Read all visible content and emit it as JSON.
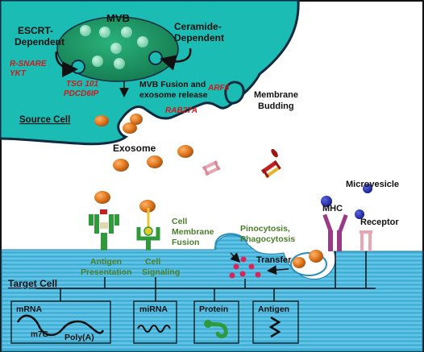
{
  "labels": {
    "mvb": "MVB",
    "escrt_line1": "ESCRT-",
    "escrt_line2": "Dependent",
    "ceramide_line1": "Ceramide-",
    "ceramide_line2": "Dependent",
    "rsnare_line1": "R-SNARE",
    "rsnare_line2": "YKT",
    "tsg_line1": "TSG 101",
    "tsg_line2": "PDCD6IP",
    "fusion_line1": "MVB Fusion and",
    "fusion_line2": "exosome release",
    "arf6": "ARF6",
    "rab27a": "RAB27A",
    "budding_line1": "Membrane",
    "budding_line2": "Budding",
    "source_cell": "Source Cell",
    "exosome": "Exosome",
    "microvesicle": "Microvesicle",
    "mhc": "MHC",
    "receptor": "Receptor",
    "membrane_fusion_line1": "Cell",
    "membrane_fusion_line2": "Membrane",
    "membrane_fusion_line3": "Fusion",
    "pino_line1": "Pinocytosis,",
    "pino_line2": "Phagocytosis",
    "transfer": "Transfer",
    "antigen_pres_line1": "Antigen",
    "antigen_pres_line2": "Presentation",
    "cell_signal_line1": "Cell",
    "cell_signal_line2": "Signaling",
    "target_cell": "Target Cell",
    "mrna": "mRNA",
    "m7g": "m7G",
    "polya": "Poly(A)",
    "mirna": "miRNA",
    "protein": "Protein",
    "antigen": "Antigen"
  },
  "colors": {
    "source_cell": "#1bbcb4",
    "source_cell_edge": "#0b2a40",
    "mvb": "#1e9b69",
    "vesicle": "#8ce0c0",
    "target_cell": "#49b8de",
    "target_stripe": "#7fd2ee",
    "exosome": "#e27b22",
    "microvesicle": "#1f2aa8",
    "red_text": "#d11a1a",
    "green_text": "#4a7e2b",
    "dark_text": "#111111"
  }
}
